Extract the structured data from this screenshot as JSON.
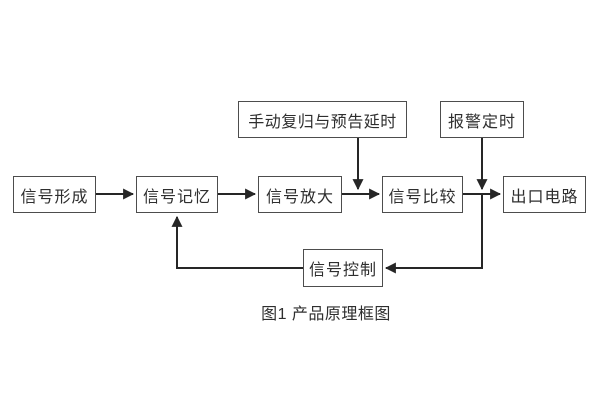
{
  "diagram": {
    "caption": "图1 产品原理框图",
    "nodes": {
      "signal_formation": "信号形成",
      "signal_memory": "信号记忆",
      "signal_amplification": "信号放大",
      "signal_comparison": "信号比较",
      "output_circuit": "出口电路",
      "manual_reset_delay": "手动复归与预告延时",
      "alarm_timing": "报警定时",
      "signal_control": "信号控制"
    },
    "connections": [
      "信号形成 → 信号记忆",
      "信号记忆 → 信号放大",
      "信号放大 → 信号比较",
      "信号比较 → 出口电路",
      "手动复归与预告延时 → (信号放大→信号比较 连线)",
      "报警定时 → (信号比较→出口电路 连线)",
      "(信号比较→出口电路 连线) → 信号控制",
      "信号控制 → 信号记忆"
    ],
    "colors": {
      "background": "#ffffff",
      "box_border": "#4d4d4d",
      "connector": "#262626",
      "text": "#2e2e2e"
    }
  }
}
